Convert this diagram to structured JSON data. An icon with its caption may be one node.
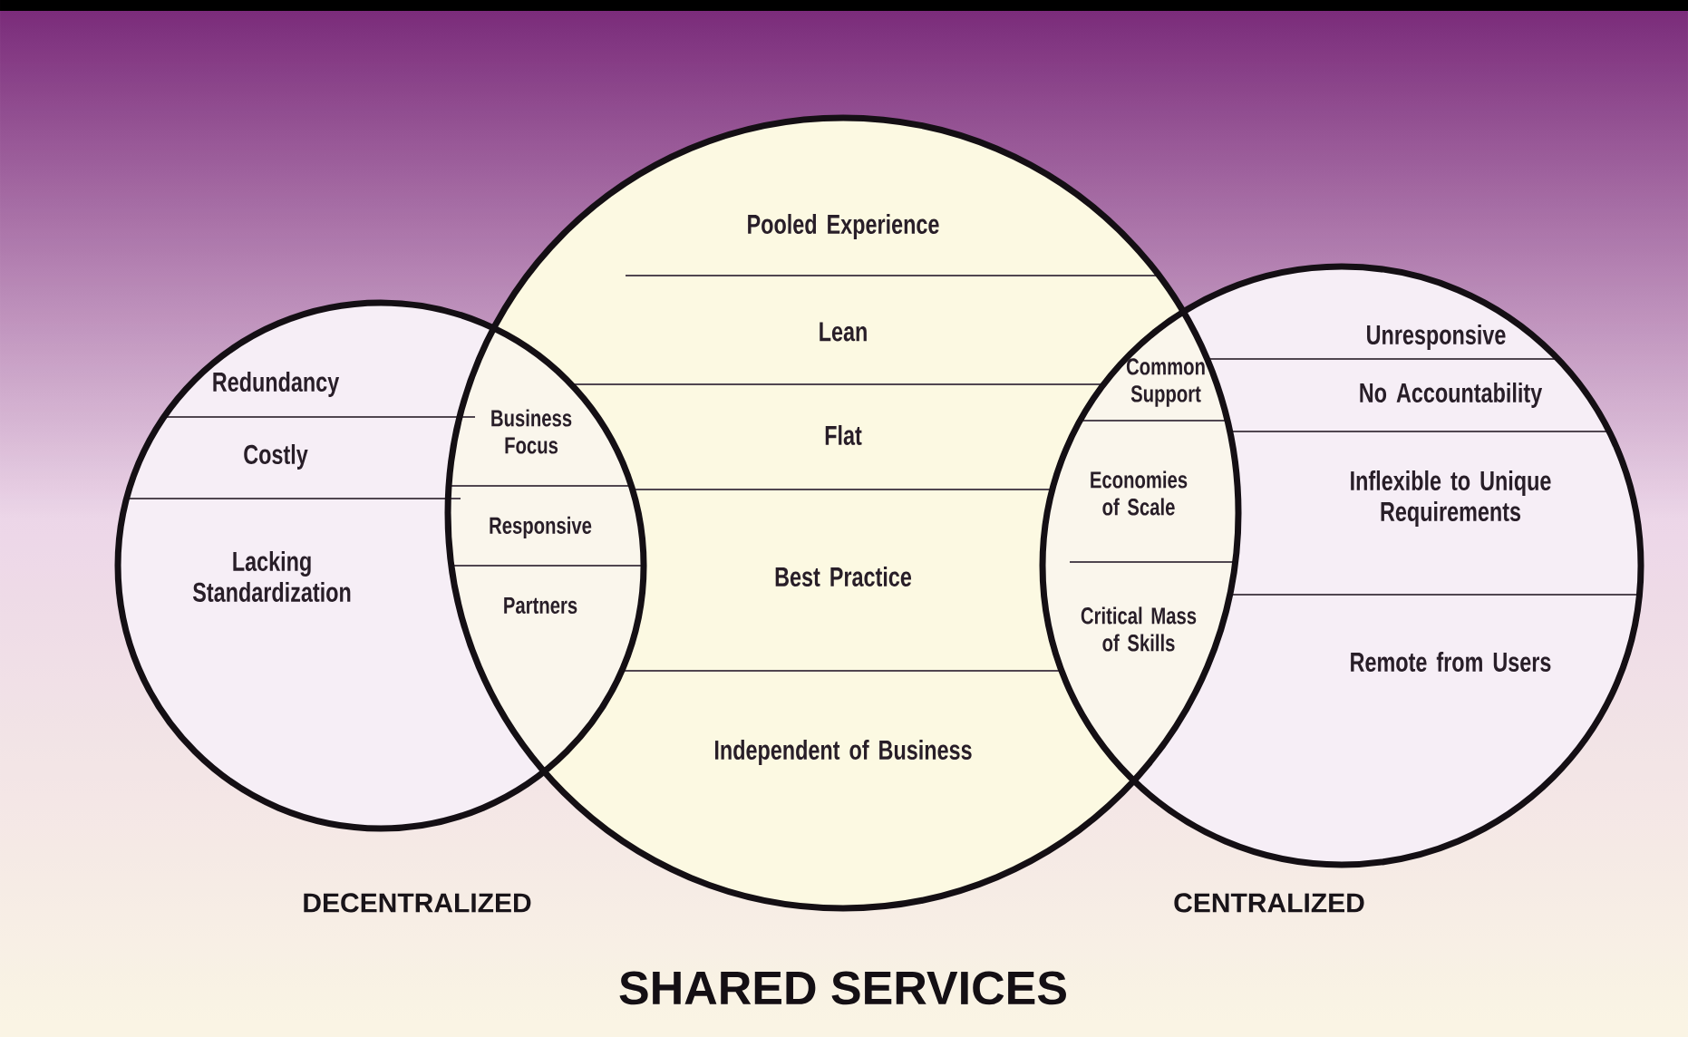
{
  "diagram": {
    "title": "SHARED SERVICES",
    "nodes": [
      {
        "text": [
          "DECENTRALIZED"
        ]
      },
      {
        "text": [
          "CENTRALIZED"
        ]
      }
    ],
    "labels": [
      "Pooled Experience",
      "Common Support",
      "Unresponsive",
      "Redundancy",
      "Business Focus",
      "Lean",
      "No Accountability",
      "Costly",
      "Flat",
      "Economies of Scale",
      "Inflexible to Unique Requirements",
      "Responsive",
      "Lacking Standardization",
      "Partners",
      "Best Practice",
      "Critical Mass of Skills",
      "Remote from Users",
      "Independent of Business"
    ]
  }
}
